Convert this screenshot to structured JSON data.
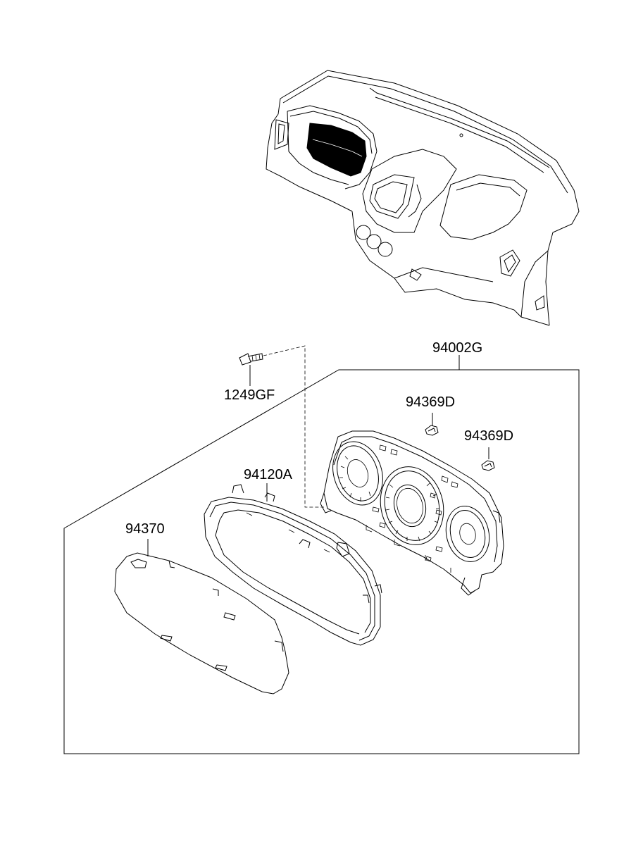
{
  "labels": {
    "assembly": "94002G",
    "screw": "1249GF",
    "bulb_upper": "94369D",
    "bulb_right": "94369D",
    "case": "94120A",
    "glass": "94370"
  },
  "icons": {
    "dashboard": "dashboard-panel-drawing",
    "cluster": "instrument-cluster-drawing",
    "case": "cluster-case-drawing",
    "glass": "cluster-glass-drawing",
    "screw": "tapping-screw-drawing",
    "bulb": "bulb-socket-drawing"
  }
}
